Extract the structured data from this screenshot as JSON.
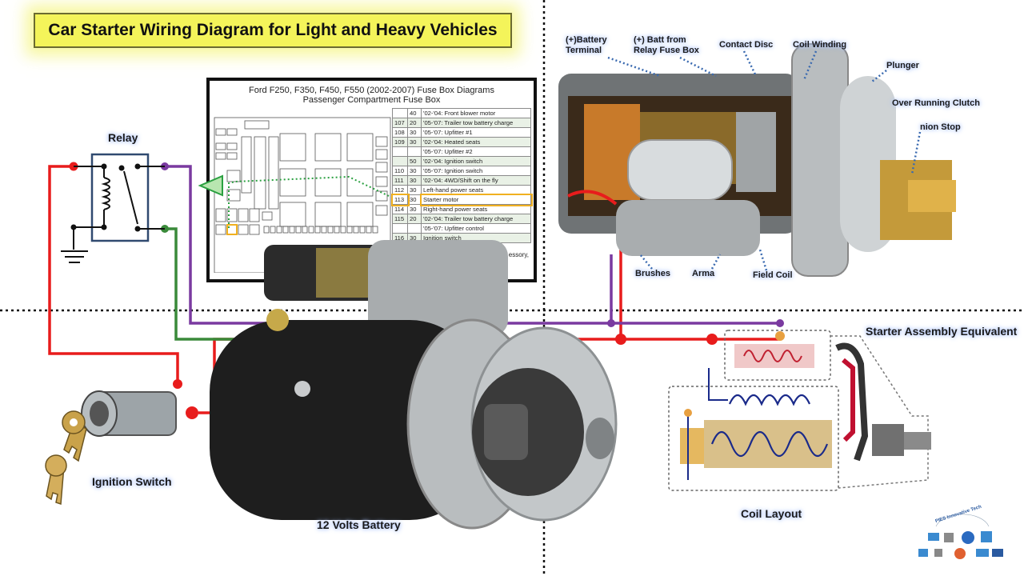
{
  "title": "Car Starter Wiring Diagram for Light and Heavy Vehicles",
  "labels": {
    "relay": "Relay",
    "ignition_switch": "Ignition Switch",
    "battery": "12 Volts Battery",
    "coil_layout": "Coil Layout",
    "starter_assembly": "Starter Assembly Equivalent",
    "battery_terminal": "(+)Battery\nTerminal",
    "batt_relay": "(+) Batt from\nRelay Fuse Box",
    "contact_disc": "Contact Disc",
    "coil_winding": "Coil Winding",
    "plunger": "Plunger",
    "overrunning_clutch": "Over Running Clutch",
    "pinion_stop": "nion Stop",
    "brushes": "Brushes",
    "armature": "Arma",
    "field_coil": "Field Coil"
  },
  "fuse_box": {
    "title": "Ford F250, F350, F450, F550 (2002-2007) Fuse Box Diagrams",
    "subtitle": "Passenger Compartment Fuse Box",
    "rows": [
      {
        "fuse": "",
        "amp": "40",
        "desc": "'02-'04: Front blower motor"
      },
      {
        "fuse": "107",
        "amp": "20",
        "desc": "'05-'07: Trailer tow battery charge"
      },
      {
        "fuse": "108",
        "amp": "30",
        "desc": "'05-'07: Upfitter #1"
      },
      {
        "fuse": "109",
        "amp": "30",
        "desc": "'02-'04: Heated seats"
      },
      {
        "fuse": "",
        "amp": "",
        "desc": "'05-'07: Upfitter #2"
      },
      {
        "fuse": "",
        "amp": "50",
        "desc": "'02-'04: Ignition switch"
      },
      {
        "fuse": "110",
        "amp": "30",
        "desc": "'05-'07: Ignition switch"
      },
      {
        "fuse": "111",
        "amp": "30",
        "desc": "'02-'04: 4WD/Shift on the fly"
      },
      {
        "fuse": "112",
        "amp": "30",
        "desc": "Left-hand power seats"
      },
      {
        "fuse": "113",
        "amp": "30",
        "desc": "Starter motor"
      },
      {
        "fuse": "114",
        "amp": "30",
        "desc": "Right-hand power seats"
      },
      {
        "fuse": "115",
        "amp": "20",
        "desc": "'02-'04: Trailer tow battery charge"
      },
      {
        "fuse": "",
        "amp": "",
        "desc": "'05-'07: Upfitter control"
      },
      {
        "fuse": "116",
        "amp": "30",
        "desc": "Ignition switch"
      }
    ],
    "overflow_text": "essory,"
  },
  "brand": "PIES Innovative Tech",
  "colors": {
    "wire_red": "#e81c1c",
    "wire_purple": "#7a3aa0",
    "wire_green": "#3a8a3a",
    "highlight": "#f4f45a"
  }
}
